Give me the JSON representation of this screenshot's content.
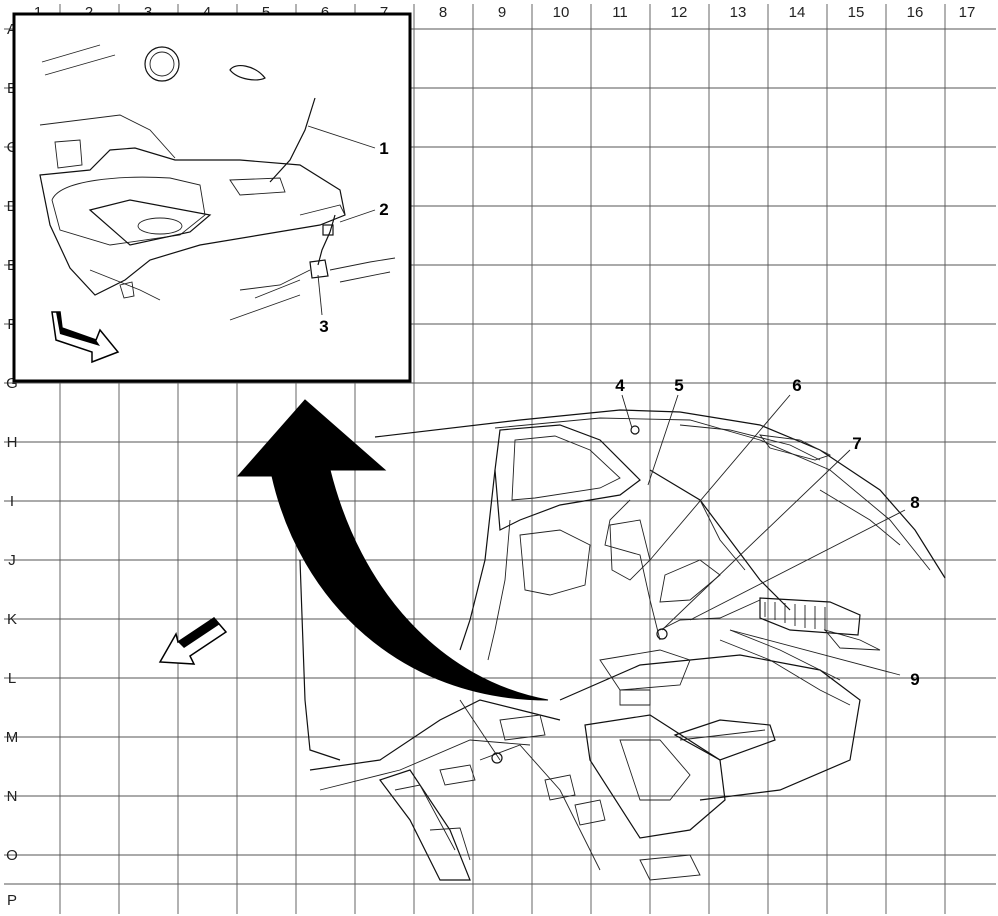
{
  "grid": {
    "columns": [
      "1",
      "2",
      "3",
      "4",
      "5",
      "6",
      "7",
      "8",
      "9",
      "10",
      "11",
      "12",
      "13",
      "14",
      "15",
      "16",
      "17"
    ],
    "rows": [
      "A",
      "B",
      "C",
      "D",
      "E",
      "F",
      "G",
      "H",
      "I",
      "J",
      "K",
      "L",
      "M",
      "N",
      "O",
      "P"
    ]
  },
  "callouts": [
    "1",
    "2",
    "3",
    "4",
    "5",
    "6",
    "7",
    "8",
    "9"
  ]
}
